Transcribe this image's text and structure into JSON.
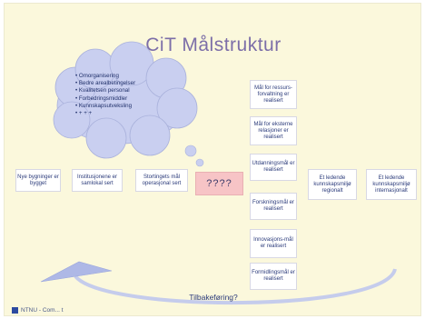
{
  "slide": {
    "title": "CiT Målstruktur",
    "cloud_items": [
      "• Omorganisering",
      "• Bedre arealbetingelser",
      "• Kvalitetsen personal",
      "• Forbedringsmiddler",
      "• Kunnskapsutveksling",
      "• + + +"
    ],
    "left_boxes": [
      "Nye bygninger er bygget",
      "Institusjonene er samlokal sert",
      "Stortingets mål operasjonal sert"
    ],
    "center_box": "????",
    "goal_boxes": [
      "Mål for ressurs-forvaltning er realisert",
      "Mål for eksterne relasjoner er realisert",
      "Utdanningsmål er realisert",
      "Forskningsmål er realisert",
      "Innovasjons-mål er realisert",
      "Formidlingsmål er realisert"
    ],
    "outcome_boxes": [
      "Et ledende kunnskapsmiljø regionalt",
      "Et ledende kunnskapsmiljø internasjonalt"
    ],
    "feedback_label": "Tilbakeføring?",
    "footer": "NTNU - Com... t"
  }
}
